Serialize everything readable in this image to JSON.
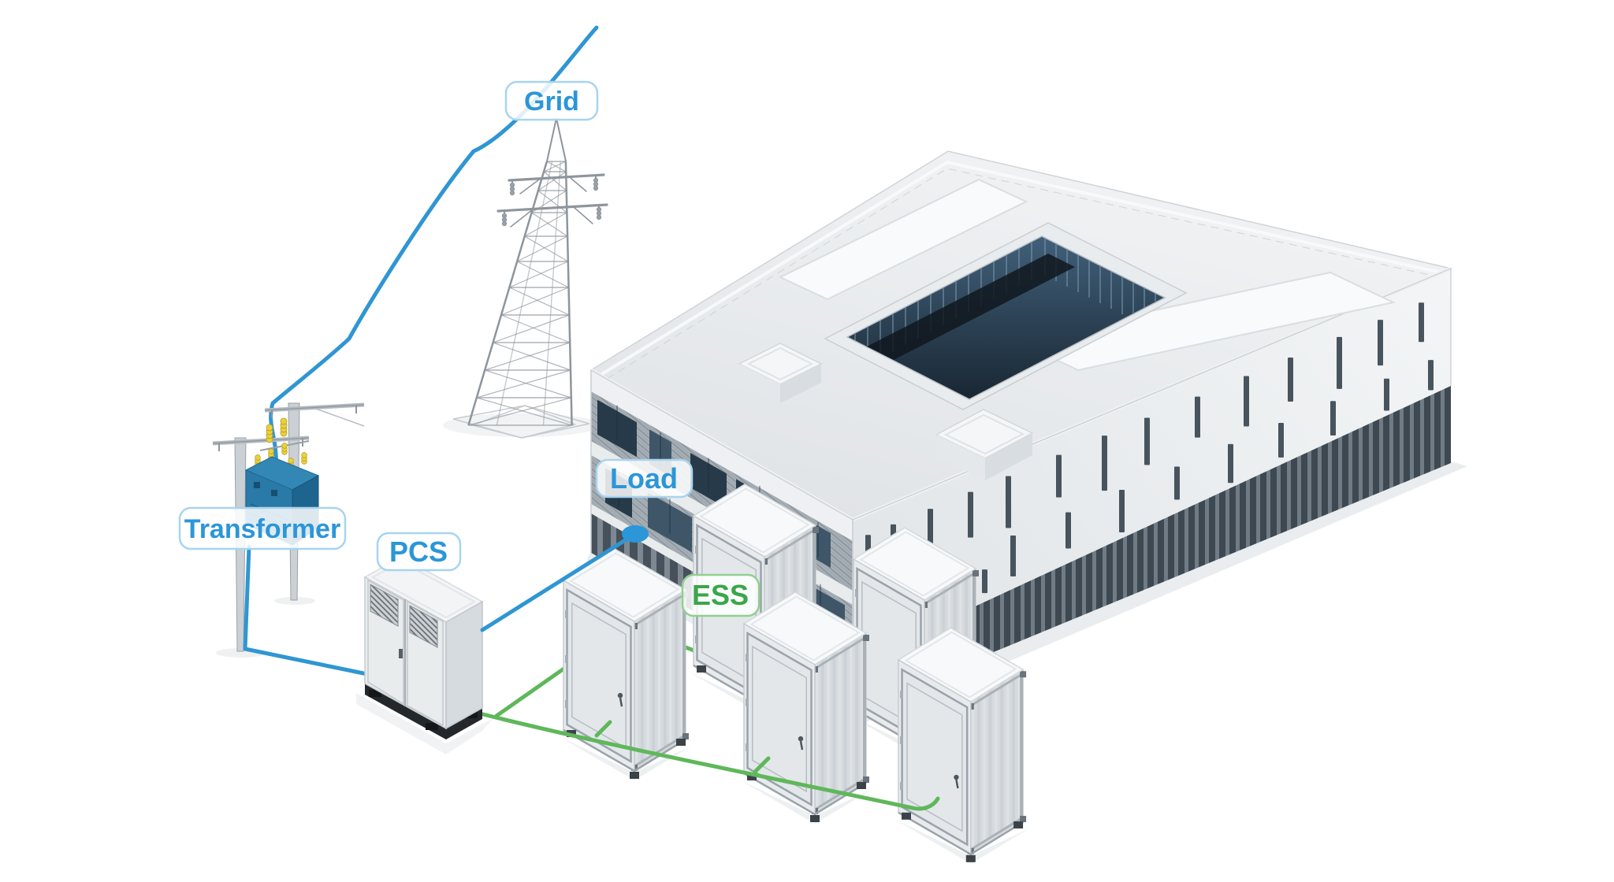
{
  "page": {
    "title": "Energy Storage System (ESS) Diagram",
    "background": "#FFFFFF"
  },
  "labels": {
    "grid": "Grid",
    "transformer": "Transformer",
    "pcs": "PCS",
    "load": "Load",
    "ess": "ESS"
  },
  "colors": {
    "line_blue": "#2F96D3",
    "line_green": "#5FB75A",
    "label_text_blue": "#2B96D8",
    "label_text_green": "#3AA64A",
    "label_border_blue": "#A8D4EE",
    "label_border_green": "#8FD08F",
    "label_bg": "rgba(255,255,255,0.85)",
    "node_blue": "#2B96D8"
  },
  "components": [
    {
      "id": "grid",
      "label": "Grid",
      "type": "transmission-tower"
    },
    {
      "id": "transformer",
      "label": "Transformer",
      "type": "pole-mounted-transformer"
    },
    {
      "id": "pcs",
      "label": "PCS",
      "type": "power-conversion-cabinet"
    },
    {
      "id": "ess",
      "label": "ESS",
      "type": "battery-container-group",
      "container_count": 5
    },
    {
      "id": "load",
      "label": "Load",
      "type": "office-building"
    }
  ],
  "connections": [
    {
      "from": "grid",
      "to": "transformer",
      "color_ref": "line_blue"
    },
    {
      "from": "transformer",
      "to": "pcs",
      "color_ref": "line_blue"
    },
    {
      "from": "pcs",
      "to": "load",
      "color_ref": "line_blue"
    },
    {
      "from": "pcs",
      "to": "ess",
      "color_ref": "line_green"
    }
  ]
}
